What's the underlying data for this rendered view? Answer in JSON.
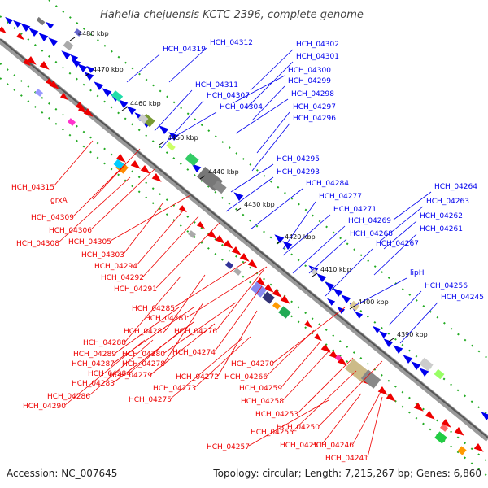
{
  "title": "Hahella chejuensis KCTC 2396, complete genome",
  "footer": {
    "accession": "Accession: NC_007645",
    "summary": "Topology: circular; Length: 7,215,267 bp; Genes: 6,860"
  },
  "colors": {
    "forward": "#0000ee",
    "reverse": "#ee0000",
    "axis": "#777777",
    "ruler": "#22aa22"
  },
  "scale_ticks": [
    "4480 kbp",
    "4470 kbp",
    "4460 kbp",
    "4450 kbp",
    "4440 kbp",
    "4430 kbp",
    "4420 kbp",
    "4410 kbp",
    "4400 kbp",
    "4390 kbp"
  ],
  "labels_forward": [
    "HCH_04319",
    "HCH_04312",
    "HCH_04302",
    "HCH_04301",
    "HCH_04300",
    "HCH_04299",
    "HCH_04311",
    "HCH_04307",
    "HCH_04304",
    "HCH_04298",
    "HCH_04297",
    "HCH_04296",
    "HCH_04295",
    "HCH_04293",
    "HCH_04284",
    "HCH_04277",
    "HCH_04264",
    "HCH_04263",
    "HCH_04271",
    "HCH_04269",
    "HCH_04262",
    "HCH_04268",
    "HCH_04261",
    "HCH_04267",
    "lipH",
    "HCH_04256",
    "HCH_04245"
  ],
  "labels_reverse": [
    "HCH_04315",
    "grxA",
    "HCH_04309",
    "HCH_04306",
    "HCH_04308",
    "HCH_04305",
    "HCH_04303",
    "HCH_04294",
    "HCH_04292",
    "HCH_04291",
    "HCH_04285",
    "HCH_04281",
    "HCH_04282",
    "HCH_04276",
    "HCH_04288",
    "HCH_04289",
    "HCH_04280",
    "HCH_04287",
    "HCH_04278",
    "HCH_04274",
    "HCH_04284",
    "HCH_04279",
    "HCH_04270",
    "HCH_04283",
    "HCH_04272",
    "HCH_04266",
    "HCH_04273",
    "HCH_04286",
    "HCH_04275",
    "HCH_04290",
    "HCH_04259",
    "HCH_04258",
    "HCH_04253",
    "HCH_04255",
    "HCH_04250",
    "HCH_04257",
    "HCH_04251",
    "HCH_04246",
    "HCH_04241"
  ]
}
